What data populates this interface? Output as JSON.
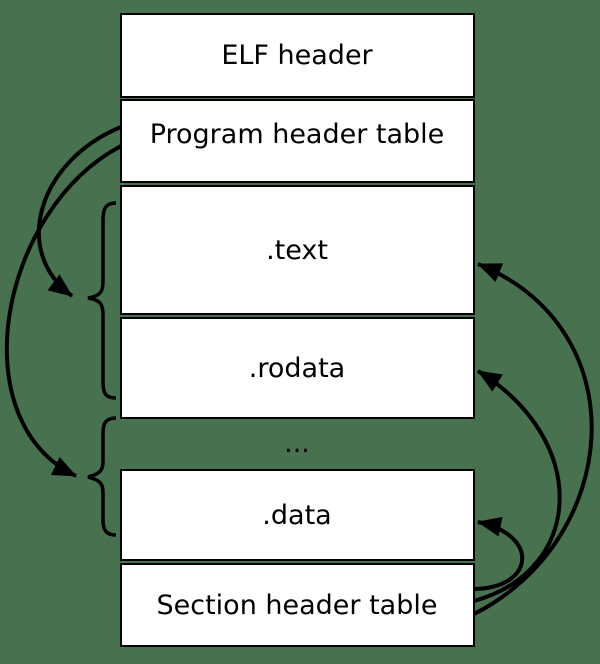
{
  "colors": {
    "background": "#48724f",
    "box_fill": "#ffffff",
    "line": "#000000"
  },
  "diagram": {
    "boxes": [
      {
        "id": "elf-header",
        "label": "ELF header"
      },
      {
        "id": "program-header-table",
        "label": "Program header table"
      },
      {
        "id": "text-section",
        "label": ".text"
      },
      {
        "id": "rodata-section",
        "label": ".rodata"
      },
      {
        "id": "data-section",
        "label": ".data"
      },
      {
        "id": "section-header-table",
        "label": "Section header table"
      }
    ],
    "ellipsis": "...",
    "relations": {
      "program_header_table_points_to": "segment braces (left side)",
      "section_header_table_points_to": "sections .text, .rodata, .data (right side)"
    }
  }
}
